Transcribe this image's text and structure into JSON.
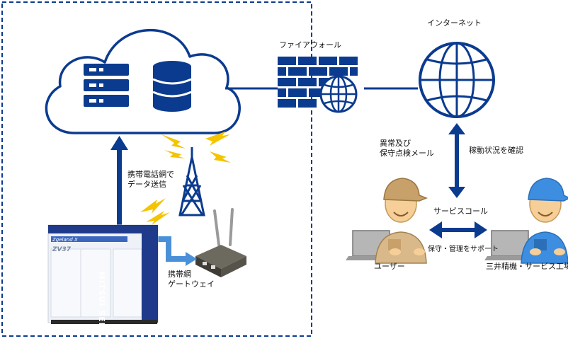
{
  "colors": {
    "navy": "#0b3b8f",
    "light_blue": "#4a90d9",
    "lightning": "#f5c400",
    "skin": "#f6cf98",
    "cap_tan": "#c8a06a",
    "cap_blue": "#3d8ee0"
  },
  "labels": {
    "web_server": "web サーバー",
    "database": "データベース",
    "firewall": "ファイアウォール",
    "internet": "インターネット",
    "mobile_network": "携帯電話網で\nデータ送信",
    "gateway": "携帯網\nゲートウェイ",
    "alert_mail": "異常及び\n保守点検メール",
    "operation_check": "稼動状況を確認",
    "service_call": "サービスコール",
    "support": "保守・管理をサポート",
    "user": "ユーザー",
    "mitsui_service": "三井精機・サービス工場"
  },
  "compressor": {
    "brand_text": "Zgeland X",
    "model": "ZV37",
    "maker": "MITSUI SEIKI"
  },
  "icons": {
    "cloud": "cloud-icon",
    "server": "server-rack-icon",
    "database": "database-icon",
    "firewall": "brick-wall-icon",
    "globe": "globe-icon",
    "tower": "radio-tower-icon",
    "gateway": "router-gateway-icon",
    "compressor": "air-compressor-icon",
    "person_user": "worker-tan-cap-icon",
    "person_service": "worker-blue-cap-icon",
    "laptop": "laptop-icon"
  }
}
